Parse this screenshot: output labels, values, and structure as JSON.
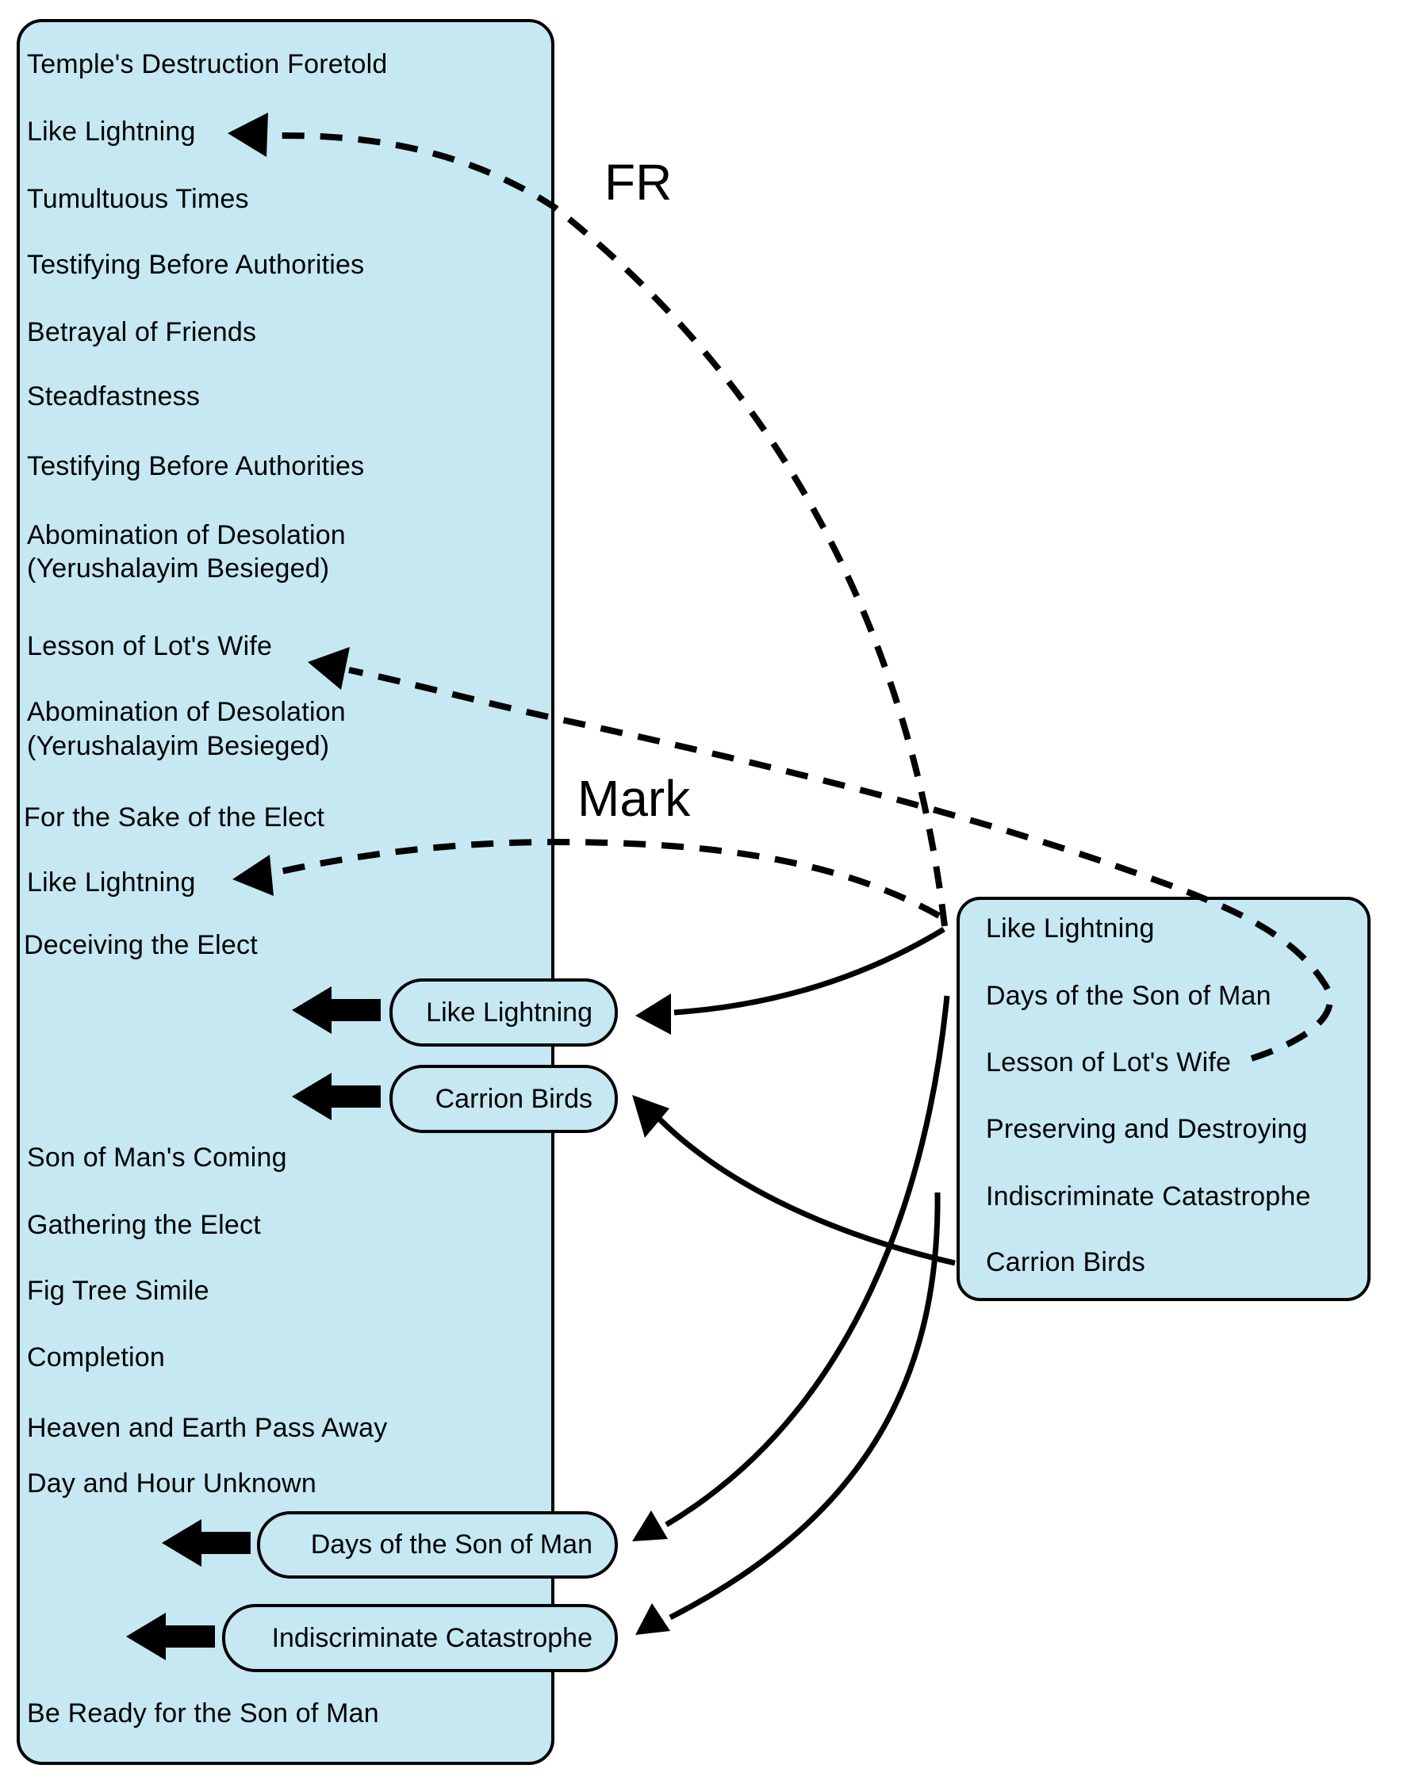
{
  "diagram": {
    "left_column": {
      "items": [
        "Temple's Destruction Foretold",
        "Like Lightning",
        "Tumultuous Times",
        "Testifying Before Authorities",
        "Betrayal of Friends",
        "Steadfastness",
        "Testifying Before Authorities",
        "Abomination of Desolation",
        "(Yerushalayim Besieged)",
        "Lesson of Lot's Wife",
        "Abomination of Desolation",
        "(Yerushalayim Besieged)",
        "For the Sake of the Elect",
        "Like Lightning",
        "Deceiving the Elect",
        "Son of Man's Coming",
        "Gathering the Elect",
        "Fig Tree Simile",
        "Completion",
        "Heaven and Earth Pass Away",
        "Day and Hour Unknown",
        "Be Ready for the Son of Man"
      ],
      "inserted_pills": [
        "Like Lightning",
        "Carrion Birds",
        "Days of the Son of Man",
        "Indiscriminate Catastrophe"
      ]
    },
    "right_column": {
      "items": [
        "Like Lightning",
        "Days of the Son of Man",
        "Lesson of Lot's Wife",
        "Preserving and Destroying",
        "Indiscriminate Catastrophe",
        "Carrion Birds"
      ]
    },
    "labels": {
      "fr": "FR",
      "mark": "Mark"
    },
    "connections": [
      {
        "from": "Like Lightning (right)",
        "to": "Like Lightning (left, 2nd item)",
        "style": "dashed",
        "group": "FR"
      },
      {
        "from": "Lesson of Lot's Wife (right)",
        "to": "Lesson of Lot's Wife (left)",
        "style": "dashed"
      },
      {
        "from": "Like Lightning (right)",
        "to": "Like Lightning (left, after For the Sake of the Elect)",
        "style": "dashed",
        "group": "Mark"
      },
      {
        "from": "Like Lightning (right)",
        "to": "Like Lightning (pill)",
        "style": "solid"
      },
      {
        "from": "Carrion Birds (right)",
        "to": "Carrion Birds (pill)",
        "style": "solid"
      },
      {
        "from": "Days of the Son of Man (right)",
        "to": "Days of the Son of Man (pill)",
        "style": "solid"
      },
      {
        "from": "Indiscriminate Catastrophe (right)",
        "to": "Indiscriminate Catastrophe (pill)",
        "style": "solid"
      }
    ],
    "colors": {
      "box_fill": "#c5e8f3",
      "stroke": "#000000",
      "background": "#ffffff"
    }
  }
}
